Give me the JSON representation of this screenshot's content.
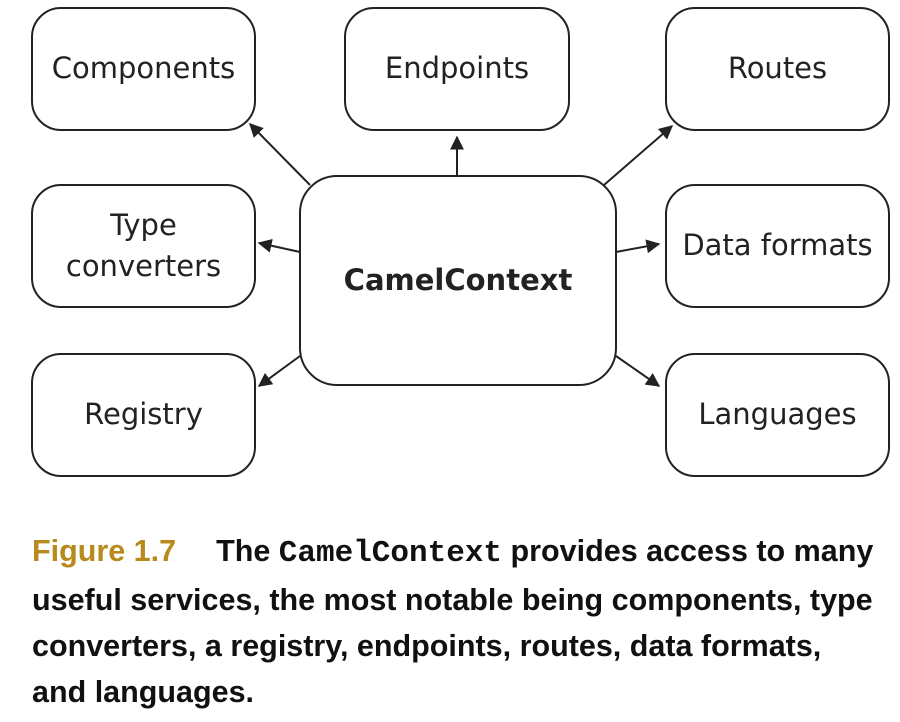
{
  "diagram": {
    "center": "CamelContext",
    "services": {
      "components": "Components",
      "endpoints": "Endpoints",
      "routes": "Routes",
      "type_converters_line1": "Type",
      "type_converters_line2": "converters",
      "data_formats": "Data formats",
      "registry": "Registry",
      "languages": "Languages"
    },
    "colors": {
      "box_border": "#222222",
      "text": "#222222"
    }
  },
  "caption": {
    "figure_label": "Figure 1.7",
    "text_before_code": "The",
    "code": "CamelContext",
    "text_after_code": "provides access to many useful services, the most notable being components, type converters, a registry, endpoints, routes, data formats, and languages.",
    "label_color": "#b8891b"
  }
}
